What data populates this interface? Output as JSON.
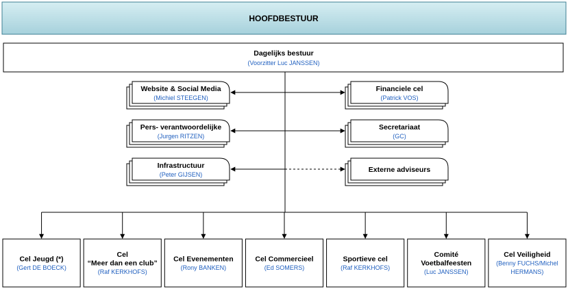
{
  "header": {
    "title": "HOOFDBESTUUR"
  },
  "daily": {
    "title": "Dagelijks bestuur",
    "name": "(Voorzitter Luc JANSSEN)"
  },
  "left_docs": [
    {
      "title": "Website & Social Media",
      "name": "(Michiel STEEGEN)"
    },
    {
      "title": "Pers- verantwoordelijke",
      "name": "(Jurgen RITZEN)"
    },
    {
      "title": "Infrastructuur",
      "name": "(Peter GIJSEN)"
    }
  ],
  "right_docs": [
    {
      "title": "Financiele cel",
      "name": "(Patrick VOS)"
    },
    {
      "title": "Secretariaat",
      "name": "(GC)"
    },
    {
      "title": "Externe adviseurs",
      "name": ""
    }
  ],
  "cells": [
    {
      "title_lines": [
        "Cel Jeugd (*)"
      ],
      "name_lines": [
        "(Gert DE BOECK)"
      ]
    },
    {
      "title_lines": [
        "Cel",
        "“Meer dan een club”"
      ],
      "name_lines": [
        "(Raf KERKHOFS)"
      ]
    },
    {
      "title_lines": [
        "Cel Evenementen"
      ],
      "name_lines": [
        "(Rony BANKEN)"
      ]
    },
    {
      "title_lines": [
        "Cel Commercieel"
      ],
      "name_lines": [
        "(Ed SOMERS)"
      ]
    },
    {
      "title_lines": [
        "Sportieve cel"
      ],
      "name_lines": [
        "(Raf KERKHOFS)"
      ]
    },
    {
      "title_lines": [
        "Comité",
        "Voetbalfeesten"
      ],
      "name_lines": [
        "(Luc JANSSEN)"
      ]
    },
    {
      "title_lines": [
        "Cel Veiligheid"
      ],
      "name_lines": [
        "(Benny FUCHS/Michel",
        "HERMANS)"
      ]
    }
  ],
  "colors": {
    "header_fill_top": "#cfe9ee",
    "header_fill_bottom": "#a9d3dd",
    "name_text": "#1f5fbf"
  }
}
